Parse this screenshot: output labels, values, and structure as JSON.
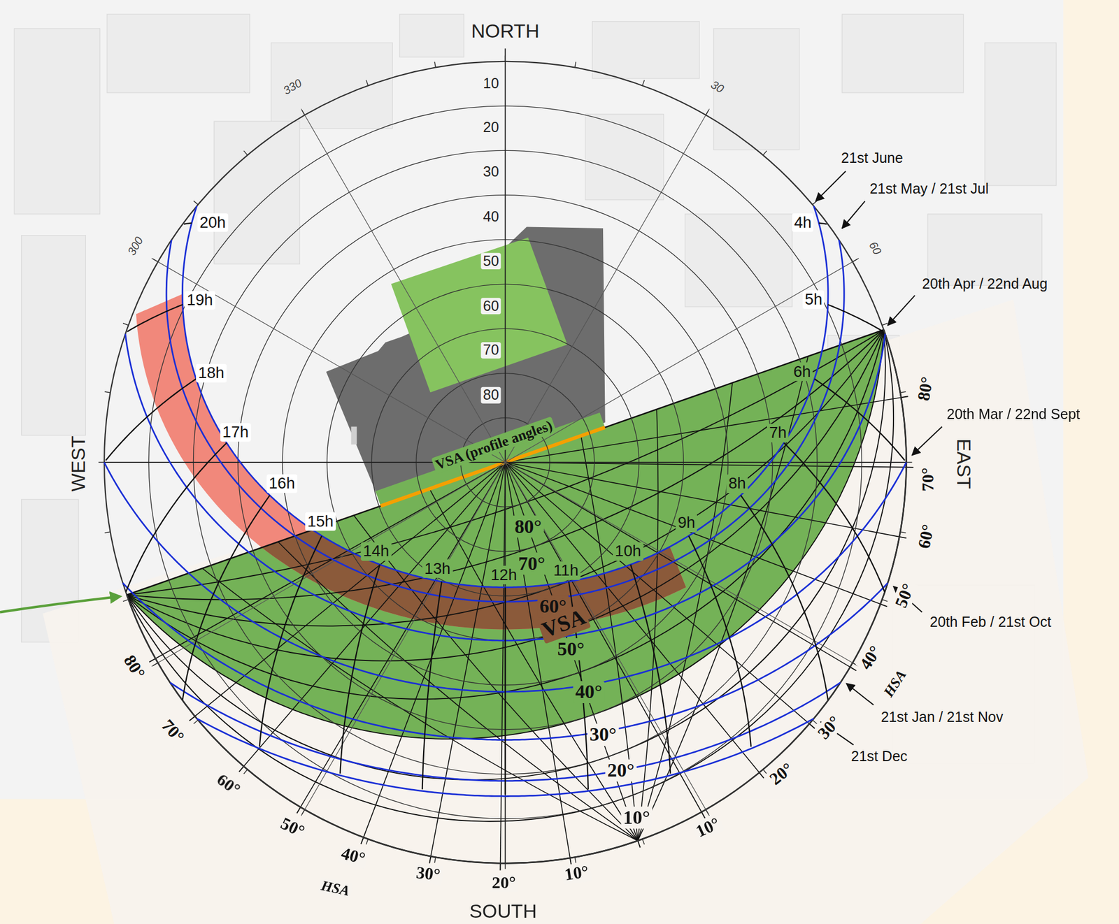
{
  "diagram": {
    "labels": [
      "NORTH",
      "SOUTH",
      "WEST",
      "EAST",
      "10",
      "20",
      "30",
      "40",
      "50",
      "60",
      "70",
      "80",
      "330",
      "30",
      "300",
      "60",
      "20h",
      "19h",
      "18h",
      "17h",
      "16h",
      "15h",
      "14h",
      "13h",
      "12h",
      "11h",
      "10h",
      "9h",
      "8h",
      "7h",
      "6h",
      "5h",
      "4h",
      "21st June",
      "21st May / 21st Jul",
      "20th Apr / 22nd Aug",
      "20th Mar / 22nd Sept",
      "20th Feb / 21st Oct",
      "21st Jan / 21st Nov",
      "21st Dec",
      "80°",
      "70°",
      "60°",
      "50°",
      "40°",
      "30°",
      "20°",
      "10°",
      "VSA",
      "VSA (profile angles)",
      "80°",
      "70°",
      "60°",
      "50°",
      "40°",
      "30°",
      "20°",
      "10°",
      "HSA",
      "80°",
      "70°",
      "60°",
      "50°",
      "40°",
      "HSA",
      "30°",
      "20°",
      "10°"
    ]
  }
}
